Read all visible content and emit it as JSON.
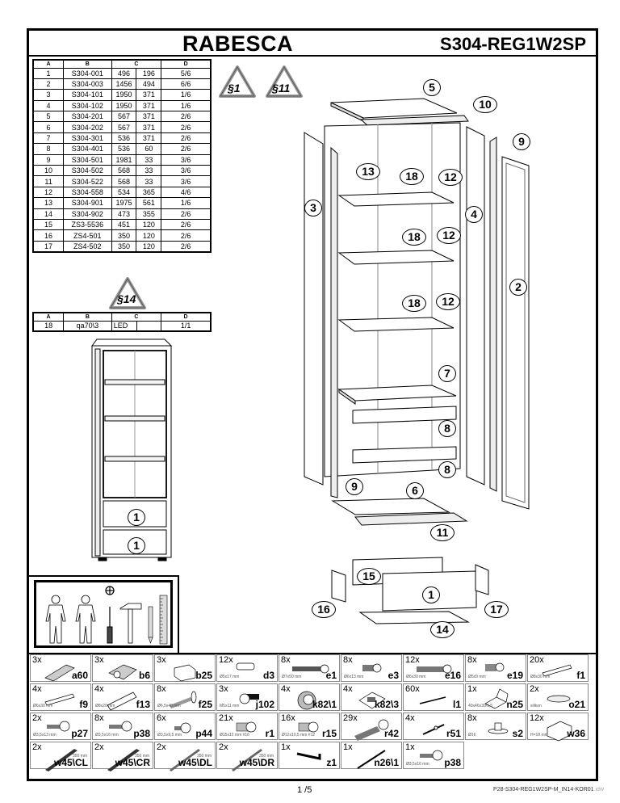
{
  "header": {
    "title": "RABESCA",
    "model_code": "S304-REG1W2SP"
  },
  "parts_table": {
    "columns": [
      "A",
      "B",
      "C",
      "D"
    ],
    "rows": [
      {
        "a": "1",
        "b": "S304-001",
        "c1": "496",
        "c2": "196",
        "d": "5/6"
      },
      {
        "a": "2",
        "b": "S304-003",
        "c1": "1456",
        "c2": "494",
        "d": "6/6"
      },
      {
        "a": "3",
        "b": "S304-101",
        "c1": "1950",
        "c2": "371",
        "d": "1/6"
      },
      {
        "a": "4",
        "b": "S304-102",
        "c1": "1950",
        "c2": "371",
        "d": "1/6"
      },
      {
        "a": "5",
        "b": "S304-201",
        "c1": "567",
        "c2": "371",
        "d": "2/6"
      },
      {
        "a": "6",
        "b": "S304-202",
        "c1": "567",
        "c2": "371",
        "d": "2/6"
      },
      {
        "a": "7",
        "b": "S304-301",
        "c1": "536",
        "c2": "371",
        "d": "2/6"
      },
      {
        "a": "8",
        "b": "S304-401",
        "c1": "536",
        "c2": "60",
        "d": "2/6"
      },
      {
        "a": "9",
        "b": "S304-501",
        "c1": "1981",
        "c2": "33",
        "d": "3/6"
      },
      {
        "a": "10",
        "b": "S304-502",
        "c1": "568",
        "c2": "33",
        "d": "3/6"
      },
      {
        "a": "11",
        "b": "S304-522",
        "c1": "568",
        "c2": "33",
        "d": "3/6"
      },
      {
        "a": "12",
        "b": "S304-558",
        "c1": "534",
        "c2": "365",
        "d": "4/6"
      },
      {
        "a": "13",
        "b": "S304-901",
        "c1": "1975",
        "c2": "561",
        "d": "1/6"
      },
      {
        "a": "14",
        "b": "S304-902",
        "c1": "473",
        "c2": "355",
        "d": "2/6"
      },
      {
        "a": "15",
        "b": "ZS3-5536",
        "c1": "451",
        "c2": "120",
        "d": "2/6"
      },
      {
        "a": "16",
        "b": "ZS4-501",
        "c1": "350",
        "c2": "120",
        "d": "2/6"
      },
      {
        "a": "17",
        "b": "ZS4-502",
        "c1": "350",
        "c2": "120",
        "d": "2/6"
      }
    ]
  },
  "led_table": {
    "columns": [
      "A",
      "B",
      "C",
      "D"
    ],
    "rows": [
      {
        "a": "18",
        "b": "qa70\\3",
        "c1": "LED",
        "c2": "",
        "d": "1/1"
      }
    ]
  },
  "warnings": [
    {
      "id": "s1",
      "label": "§1"
    },
    {
      "id": "s11",
      "label": "§11"
    },
    {
      "id": "s14",
      "label": "§14"
    }
  ],
  "callouts": [
    "5",
    "10",
    "9",
    "13",
    "18",
    "12",
    "3",
    "4",
    "18",
    "12",
    "2",
    "18",
    "12",
    "7",
    "8",
    "8",
    "9",
    "6",
    "11",
    "1",
    "1",
    "15",
    "1",
    "16",
    "17",
    "14"
  ],
  "tools": [
    "person",
    "person",
    "phillips-screwdriver",
    "hammer",
    "pencil",
    "measuring-tape"
  ],
  "hardware": [
    {
      "qty": "3x",
      "code": "a60",
      "size": "",
      "icon": "hinge-plate"
    },
    {
      "qty": "3x",
      "code": "b6",
      "size": "",
      "icon": "cabinet-hinge"
    },
    {
      "qty": "3x",
      "code": "b25",
      "size": "",
      "icon": "hinge-block"
    },
    {
      "qty": "12x",
      "code": "d3",
      "size": "Ø5x17 mm",
      "icon": "dowel-pin"
    },
    {
      "qty": "8x",
      "code": "e1",
      "size": "Ø7x50 mm",
      "icon": "long-screw"
    },
    {
      "qty": "8x",
      "code": "e3",
      "size": "Ø6x13 mm",
      "icon": "short-screw"
    },
    {
      "qty": "12x",
      "code": "e16",
      "size": "Ø6x30 mm",
      "icon": "threaded-screw"
    },
    {
      "qty": "8x",
      "code": "e19",
      "size": "Ø5x9 mm",
      "icon": "coil-screw"
    },
    {
      "qty": "20x",
      "code": "f1",
      "size": "Ø8x30 mm",
      "icon": "wood-dowel"
    },
    {
      "qty": "4x",
      "code": "f9",
      "size": "Ø6x30 mm",
      "icon": "wood-dowel"
    },
    {
      "qty": "4x",
      "code": "f13",
      "size": "Ø8x20 mm",
      "icon": "wood-dowel-thick"
    },
    {
      "qty": "8x",
      "code": "f25",
      "size": "Ø6,5x40 mm",
      "icon": "wall-plug"
    },
    {
      "qty": "3x",
      "code": "j102",
      "size": "M5x11 mm",
      "icon": "machine-screw"
    },
    {
      "qty": "4x",
      "code": "k82\\1",
      "size": "",
      "icon": "cam-lock"
    },
    {
      "qty": "4x",
      "code": "k82\\3",
      "size": "",
      "icon": "cam-housing"
    },
    {
      "qty": "60x",
      "code": "l1",
      "size": "",
      "icon": "nail"
    },
    {
      "qty": "1x",
      "code": "n25",
      "size": "40x46x30/1,5",
      "icon": "angle-bracket"
    },
    {
      "qty": "2x",
      "code": "o21",
      "size": "silikon",
      "icon": "silicone-pad"
    },
    {
      "qty": "2x",
      "code": "p27",
      "size": "Ø3,5x13 mm",
      "icon": "wood-screw"
    },
    {
      "qty": "8x",
      "code": "p38",
      "size": "Ø3,5x16 mm",
      "icon": "wood-screw"
    },
    {
      "qty": "6x",
      "code": "p44",
      "size": "Ø3,5x9,5 mm",
      "icon": "wood-screw-short"
    },
    {
      "qty": "21x",
      "code": "r1",
      "size": "Ø15x12 mm  #16",
      "icon": "cam-bolt"
    },
    {
      "qty": "16x",
      "code": "r15",
      "size": "Ø12x10,5 mm  #12",
      "icon": "cam-bolt"
    },
    {
      "qty": "29x",
      "code": "r42",
      "size": "",
      "icon": "connector-bolt"
    },
    {
      "qty": "4x",
      "code": "r51",
      "size": "",
      "icon": "double-pin"
    },
    {
      "qty": "8x",
      "code": "s2",
      "size": "Ø16",
      "icon": "shelf-support"
    },
    {
      "qty": "12x",
      "code": "w36",
      "size": "H=18 mm",
      "icon": "shelf-clip"
    },
    {
      "qty": "2x",
      "code": "w45\\CL",
      "size": "",
      "length": "350 mm",
      "icon": "drawer-runner"
    },
    {
      "qty": "2x",
      "code": "w45\\CR",
      "size": "",
      "length": "350 mm",
      "icon": "drawer-runner"
    },
    {
      "qty": "2x",
      "code": "w45\\DL",
      "size": "",
      "length": "350 mm",
      "icon": "drawer-runner-thin"
    },
    {
      "qty": "2x",
      "code": "w45\\DR",
      "size": "",
      "length": "350 mm",
      "icon": "drawer-runner-thin"
    },
    {
      "qty": "1x",
      "code": "z1",
      "size": "",
      "icon": "allen-key"
    },
    {
      "qty": "1x",
      "code": "n26\\1",
      "size": "",
      "icon": "flat-tool"
    },
    {
      "qty": "1x",
      "code": "p38",
      "size": "Ø3,5x16 mm",
      "icon": "wood-screw"
    }
  ],
  "footer": {
    "page": "1 /5",
    "doc_id": "P28-S304-REG1W2SP-M_IN14-KOR01",
    "doc_ext": ".idw"
  }
}
